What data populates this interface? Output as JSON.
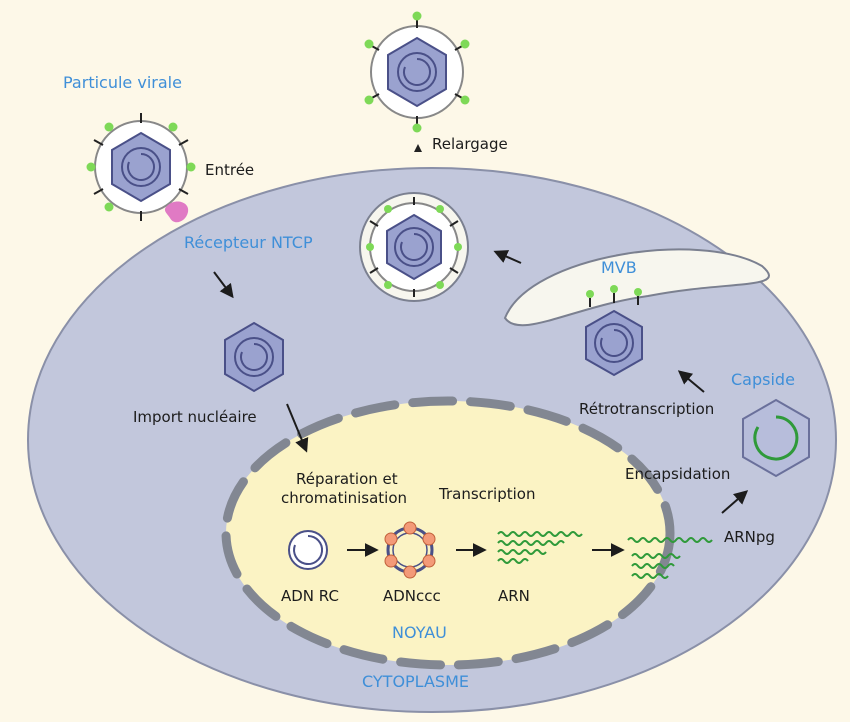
{
  "labels": {
    "viral_particle": "Particule virale",
    "entry": "Entrée",
    "release": "Relargage",
    "ntcp_receptor": "Récepteur NTCP",
    "mvb": "MVB",
    "capsid": "Capside",
    "nuclear_import": "Import nucléaire",
    "reverse_transcription": "Rétrotranscription",
    "encapsidation": "Encapsidation",
    "repair_line1": "Réparation et",
    "repair_line2": "chromatinisation",
    "transcription": "Transcription",
    "rc_dna": "ADN RC",
    "cccdna": "ADNccc",
    "rna": "ARN",
    "pgrna": "ARNpg",
    "nucleus": "NOYAU",
    "cytoplasm": "CYTOPLASME"
  },
  "colors": {
    "background": "#fdf8e8",
    "cell": "#c2c7dc",
    "nucleus": "#fbf3c4",
    "nuclear_envelope": "#828792",
    "capsid_fill": "#9aa2cf",
    "capsid_stroke": "#4a5088",
    "spike_green": "#7ed957",
    "rna_green": "#2f9a3a",
    "histone_orange": "#f39a78",
    "ntcp_pink": "#e07ac4",
    "label_blue": "#3f8fd8"
  }
}
